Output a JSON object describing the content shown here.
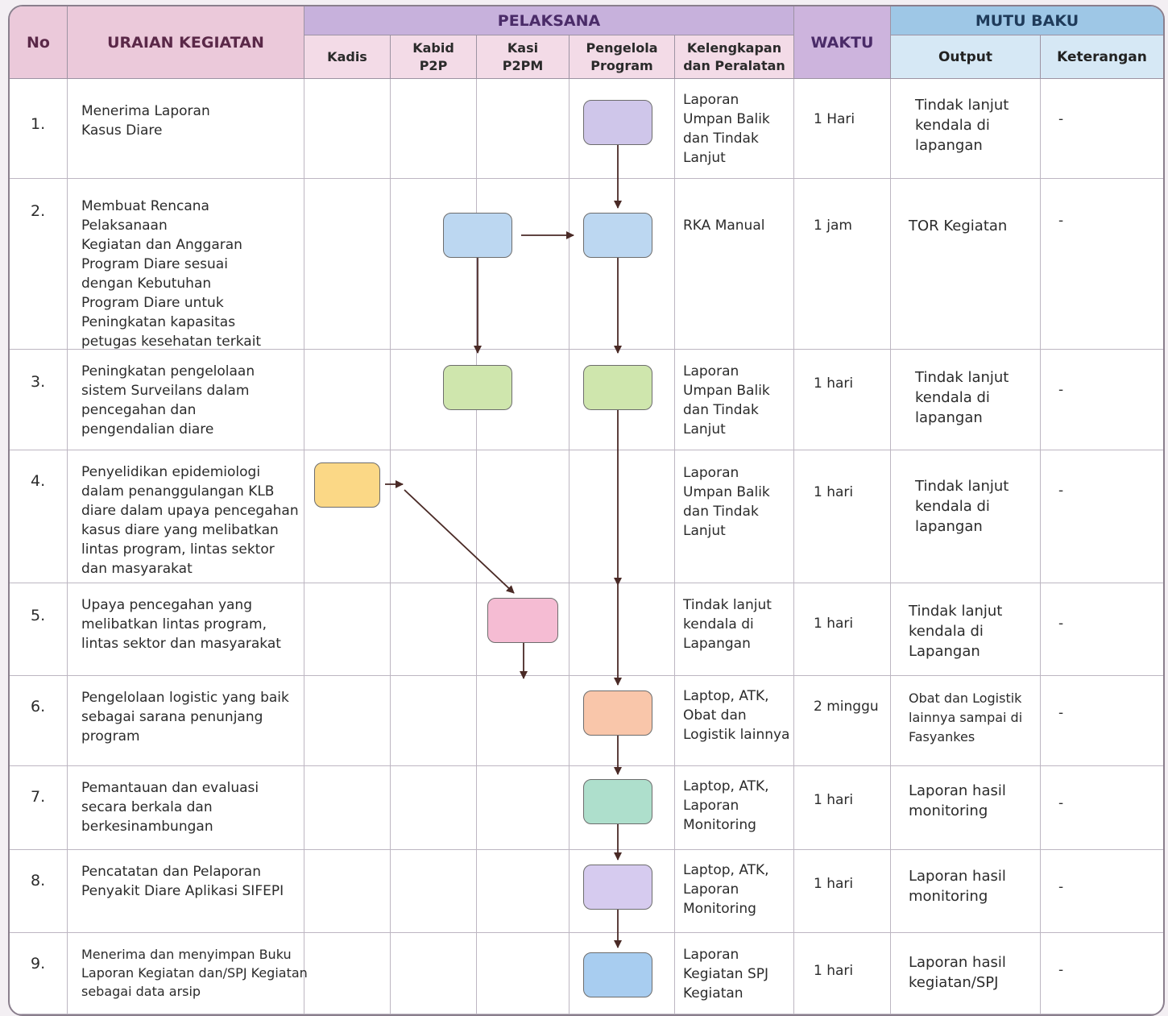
{
  "header": {
    "no": "No",
    "uraian": "URAIAN KEGIATAN",
    "pelaksana": "PELAKSANA",
    "waktu": "WAKTU",
    "mutu_baku": "MUTU BAKU",
    "kadis": "Kadis",
    "kabid_1": "Kabid",
    "kabid_2": "P2P",
    "kasi_1": "Kasi",
    "kasi_2": "P2PM",
    "pengelola_1": "Pengelola",
    "pengelola_2": "Program",
    "kelengkapan_1": "Kelengkapan",
    "kelengkapan_2": "dan Peralatan",
    "output": "Output",
    "keterangan": "Keterangan"
  },
  "rows": [
    {
      "no": "1.",
      "uraian": [
        "Menerima Laporan",
        "Kasus Diare"
      ],
      "kelengkapan": [
        "Laporan",
        "Umpan Balik",
        "dan Tindak",
        "Lanjut"
      ],
      "waktu": "1 Hari",
      "output": [
        "Tindak lanjut",
        "kendala di",
        "lapangan"
      ],
      "keterangan": "-"
    },
    {
      "no": "2.",
      "uraian": [
        "Membuat Rencana",
        "Pelaksanaan",
        "Kegiatan dan Anggaran",
        "Program Diare sesuai",
        "dengan Kebutuhan",
        "Program Diare untuk",
        "Peningkatan kapasitas",
        "petugas kesehatan terkait"
      ],
      "kelengkapan": [
        "RKA Manual"
      ],
      "waktu": "1 jam",
      "output": [
        "TOR Kegiatan"
      ],
      "keterangan": "-"
    },
    {
      "no": "3.",
      "uraian": [
        "Peningkatan pengelolaan",
        "sistem Surveilans dalam",
        "pencegahan dan",
        "pengendalian diare"
      ],
      "kelengkapan": [
        "Laporan",
        "Umpan Balik",
        "dan Tindak",
        "Lanjut"
      ],
      "waktu": "1 hari",
      "output": [
        "Tindak lanjut",
        "kendala di",
        "lapangan"
      ],
      "keterangan": "-"
    },
    {
      "no": "4.",
      "uraian": [
        "Penyelidikan epidemiologi",
        "dalam penanggulangan KLB",
        "diare dalam upaya pencegahan",
        "kasus diare yang melibatkan",
        "lintas program, lintas sektor",
        "dan masyarakat"
      ],
      "kelengkapan": [
        "Laporan",
        "Umpan Balik",
        "dan Tindak",
        "Lanjut"
      ],
      "waktu": "1 hari",
      "output": [
        "Tindak lanjut",
        "kendala di",
        "lapangan"
      ],
      "keterangan": "-"
    },
    {
      "no": "5.",
      "uraian": [
        "Upaya pencegahan yang",
        "melibatkan lintas program,",
        "lintas sektor dan masyarakat"
      ],
      "kelengkapan": [
        "Tindak lanjut",
        "kendala di",
        "Lapangan"
      ],
      "waktu": "1 hari",
      "output": [
        "Tindak lanjut",
        "kendala di",
        "Lapangan"
      ],
      "keterangan": "-"
    },
    {
      "no": "6.",
      "uraian": [
        "Pengelolaan logistic yang baik",
        "sebagai sarana penunjang",
        "program"
      ],
      "kelengkapan": [
        "Laptop, ATK,",
        "Obat dan",
        "Logistik lainnya"
      ],
      "waktu": "2 minggu",
      "output": [
        "Obat dan Logistik",
        "lainnya sampai di",
        "Fasyankes"
      ],
      "keterangan": "-"
    },
    {
      "no": "7.",
      "uraian": [
        "Pemantauan dan evaluasi",
        "secara berkala dan",
        "berkesinambungan"
      ],
      "kelengkapan": [
        "Laptop, ATK,",
        "Laporan",
        "Monitoring"
      ],
      "waktu": "1 hari",
      "output": [
        "Laporan hasil",
        "monitoring"
      ],
      "keterangan": "-"
    },
    {
      "no": "8.",
      "uraian": [
        "Pencatatan dan Pelaporan",
        "Penyakit Diare Aplikasi SIFEPI"
      ],
      "kelengkapan": [
        "Laptop, ATK,",
        "Laporan",
        "Monitoring"
      ],
      "waktu": "1 hari",
      "output": [
        "Laporan hasil",
        "monitoring"
      ],
      "keterangan": "-"
    },
    {
      "no": "9.",
      "uraian": [
        "Menerima dan menyimpan Buku",
        "Laporan Kegiatan dan/SPJ Kegiatan",
        "sebagai data arsip"
      ],
      "kelengkapan": [
        "Laporan",
        "Kegiatan SPJ",
        "Kegiatan"
      ],
      "waktu": "1 hari",
      "output": [
        "Laporan hasil",
        "kegiatan/SPJ"
      ],
      "keterangan": "-"
    }
  ],
  "colors": {
    "box_1": "#cfc6ea",
    "box_2": "#bcd7f1",
    "box_3": "#cfe6ad",
    "box_4": "#fbd886",
    "box_5": "#f5bcd3",
    "box_6": "#f9c6aa",
    "box_7": "#aedfcc",
    "box_8": "#d6cbef",
    "box_9": "#a8cdf0",
    "arrow": "#4a2a26"
  }
}
